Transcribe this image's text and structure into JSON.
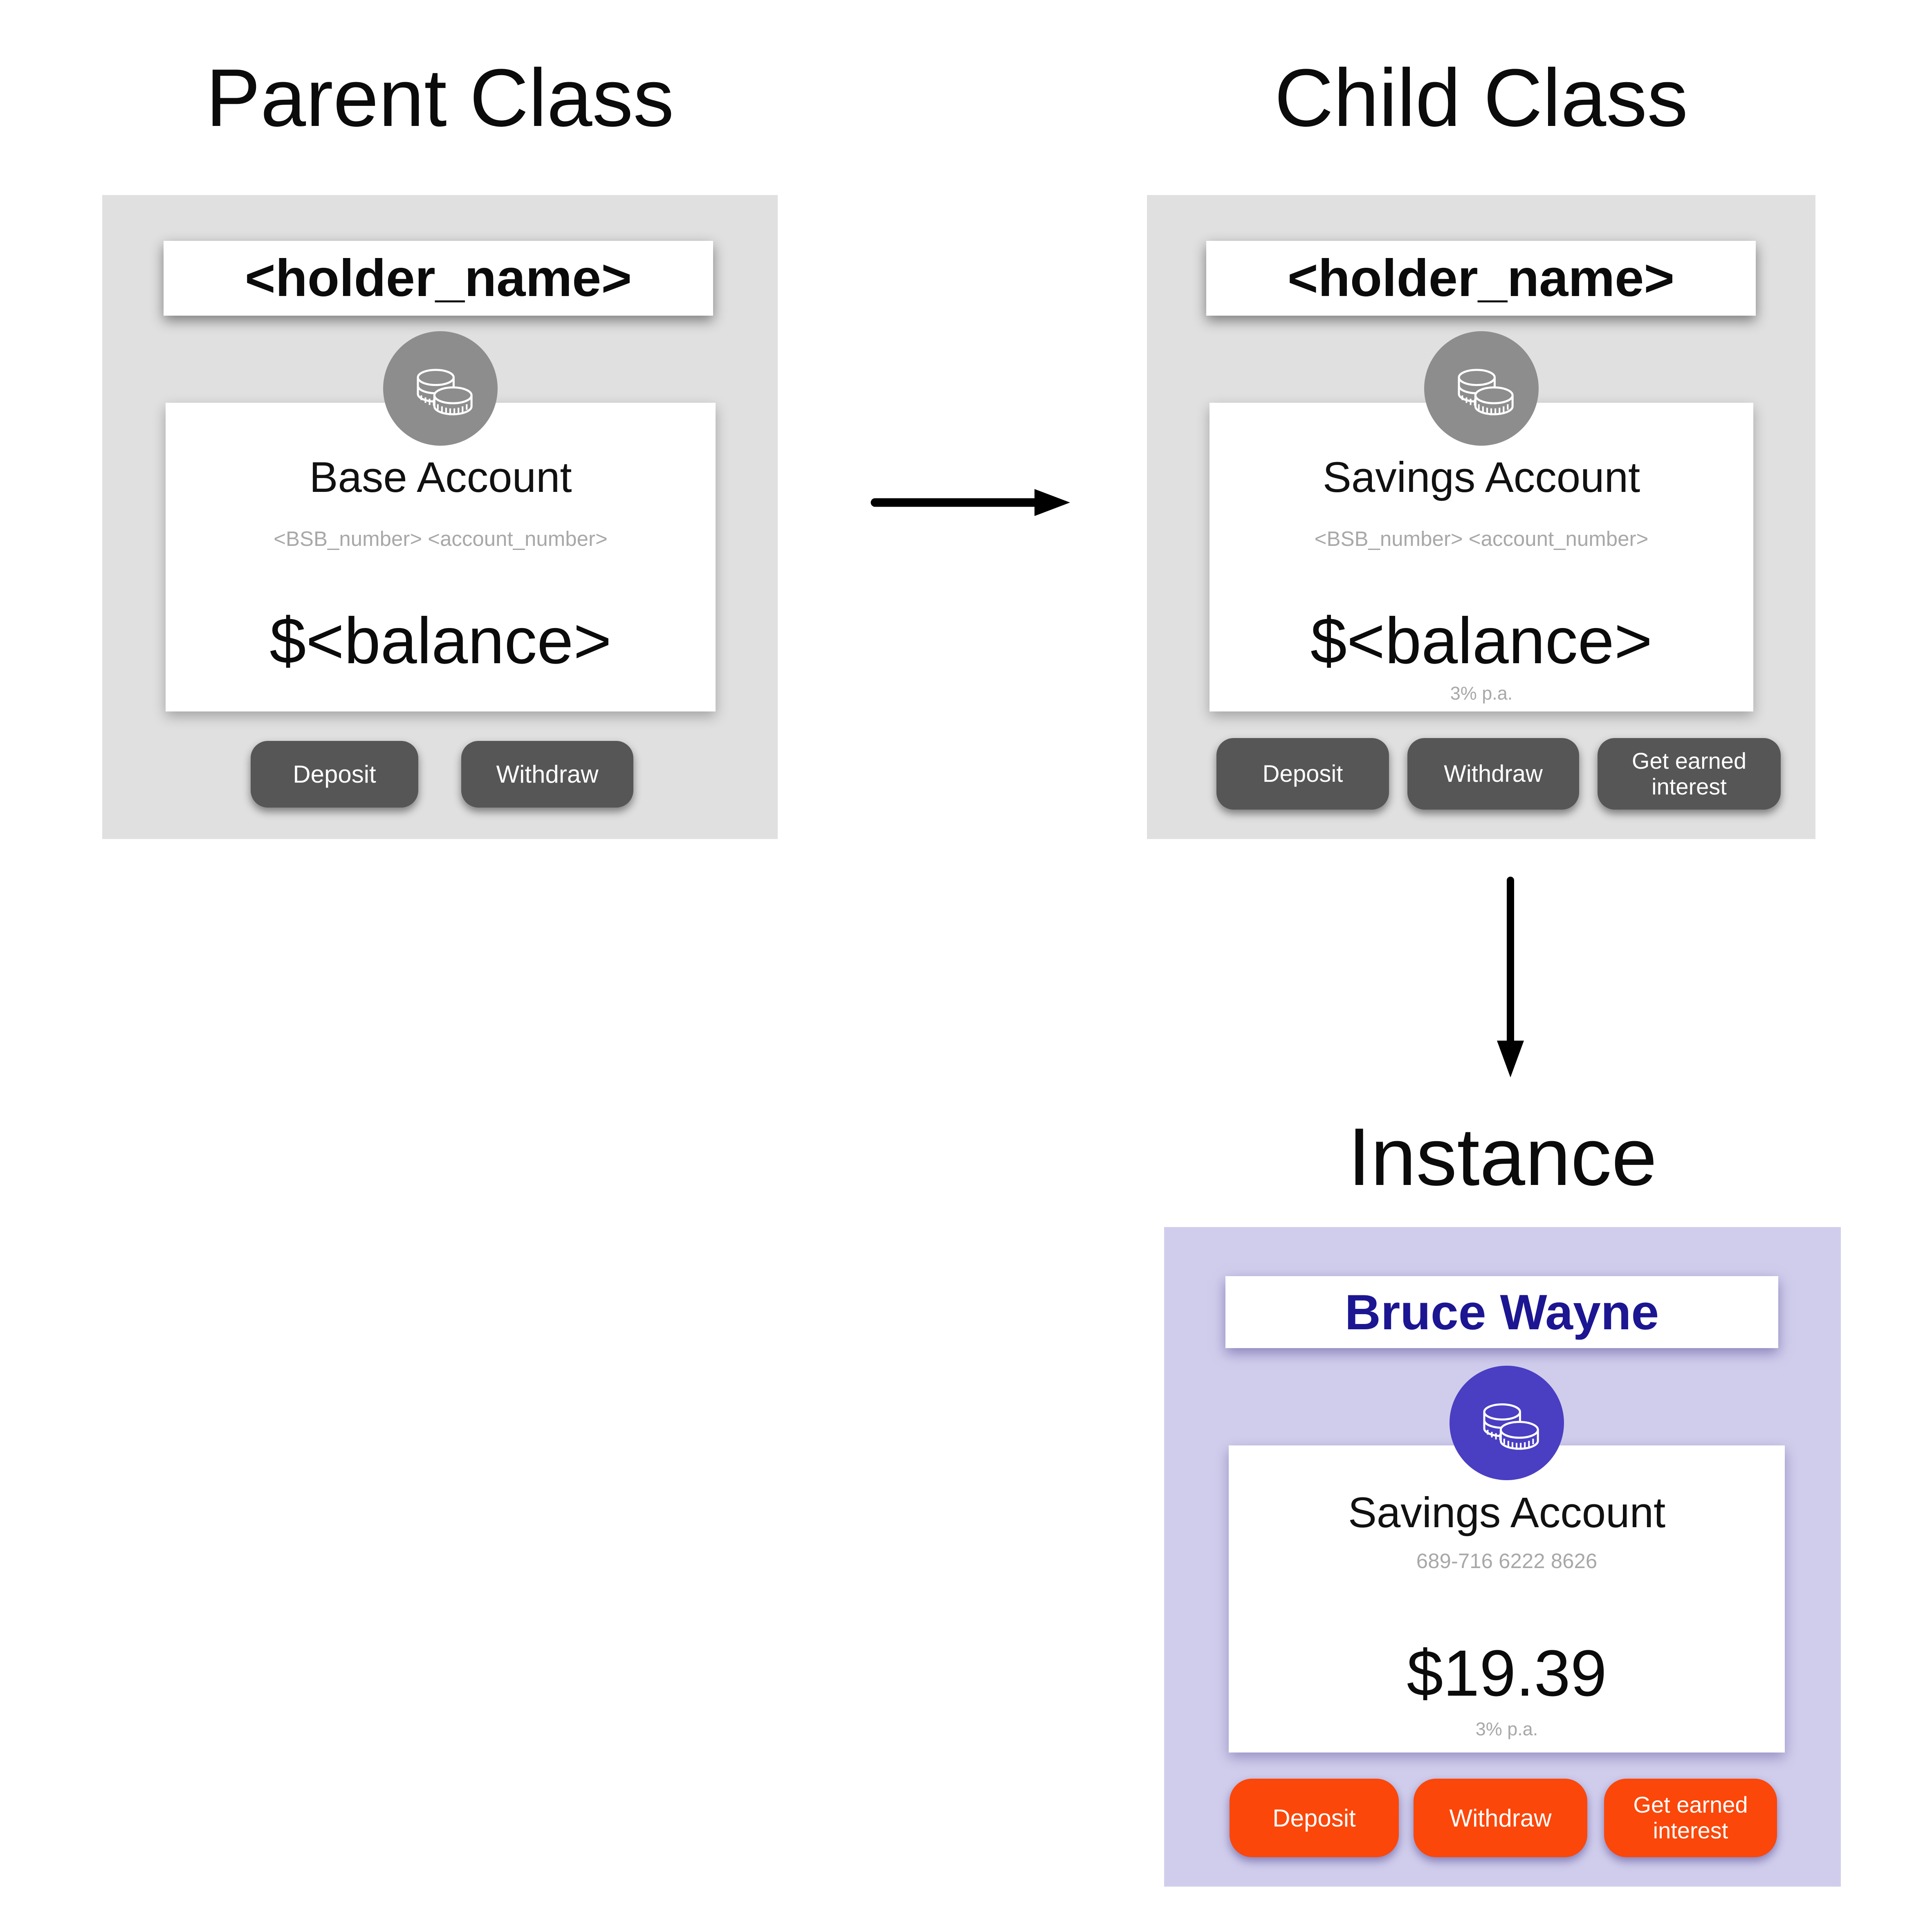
{
  "colors": {
    "class_card_bg": "#e0e0e0",
    "instance_card_bg": "#d0cdec",
    "class_button_bg": "#565656",
    "instance_button_bg": "#fb470a",
    "class_icon_bg": "#8d8d8d",
    "instance_icon_bg": "#4a3ec3",
    "instance_name_color": "#1c1692",
    "muted_text": "#a8a8a8"
  },
  "parent_class": {
    "title": "Parent Class",
    "holder": "<holder_name>",
    "account_type": "Base Account",
    "account_number": "<BSB_number> <account_number>",
    "balance": "$<balance>",
    "buttons": {
      "deposit": "Deposit",
      "withdraw": "Withdraw"
    }
  },
  "child_class": {
    "title": "Child Class",
    "holder": "<holder_name>",
    "account_type": "Savings Account",
    "account_number": "<BSB_number> <account_number>",
    "balance": "$<balance>",
    "interest": "3% p.a.",
    "buttons": {
      "deposit": "Deposit",
      "withdraw": "Withdraw",
      "get_interest": "Get earned interest"
    }
  },
  "instance": {
    "title": "Instance",
    "holder": "Bruce Wayne",
    "account_type": "Savings Account",
    "account_number": "689-716 6222 8626",
    "balance": "$19.39",
    "interest": "3% p.a.",
    "buttons": {
      "deposit": "Deposit",
      "withdraw": "Withdraw",
      "get_interest": "Get earned interest"
    }
  }
}
